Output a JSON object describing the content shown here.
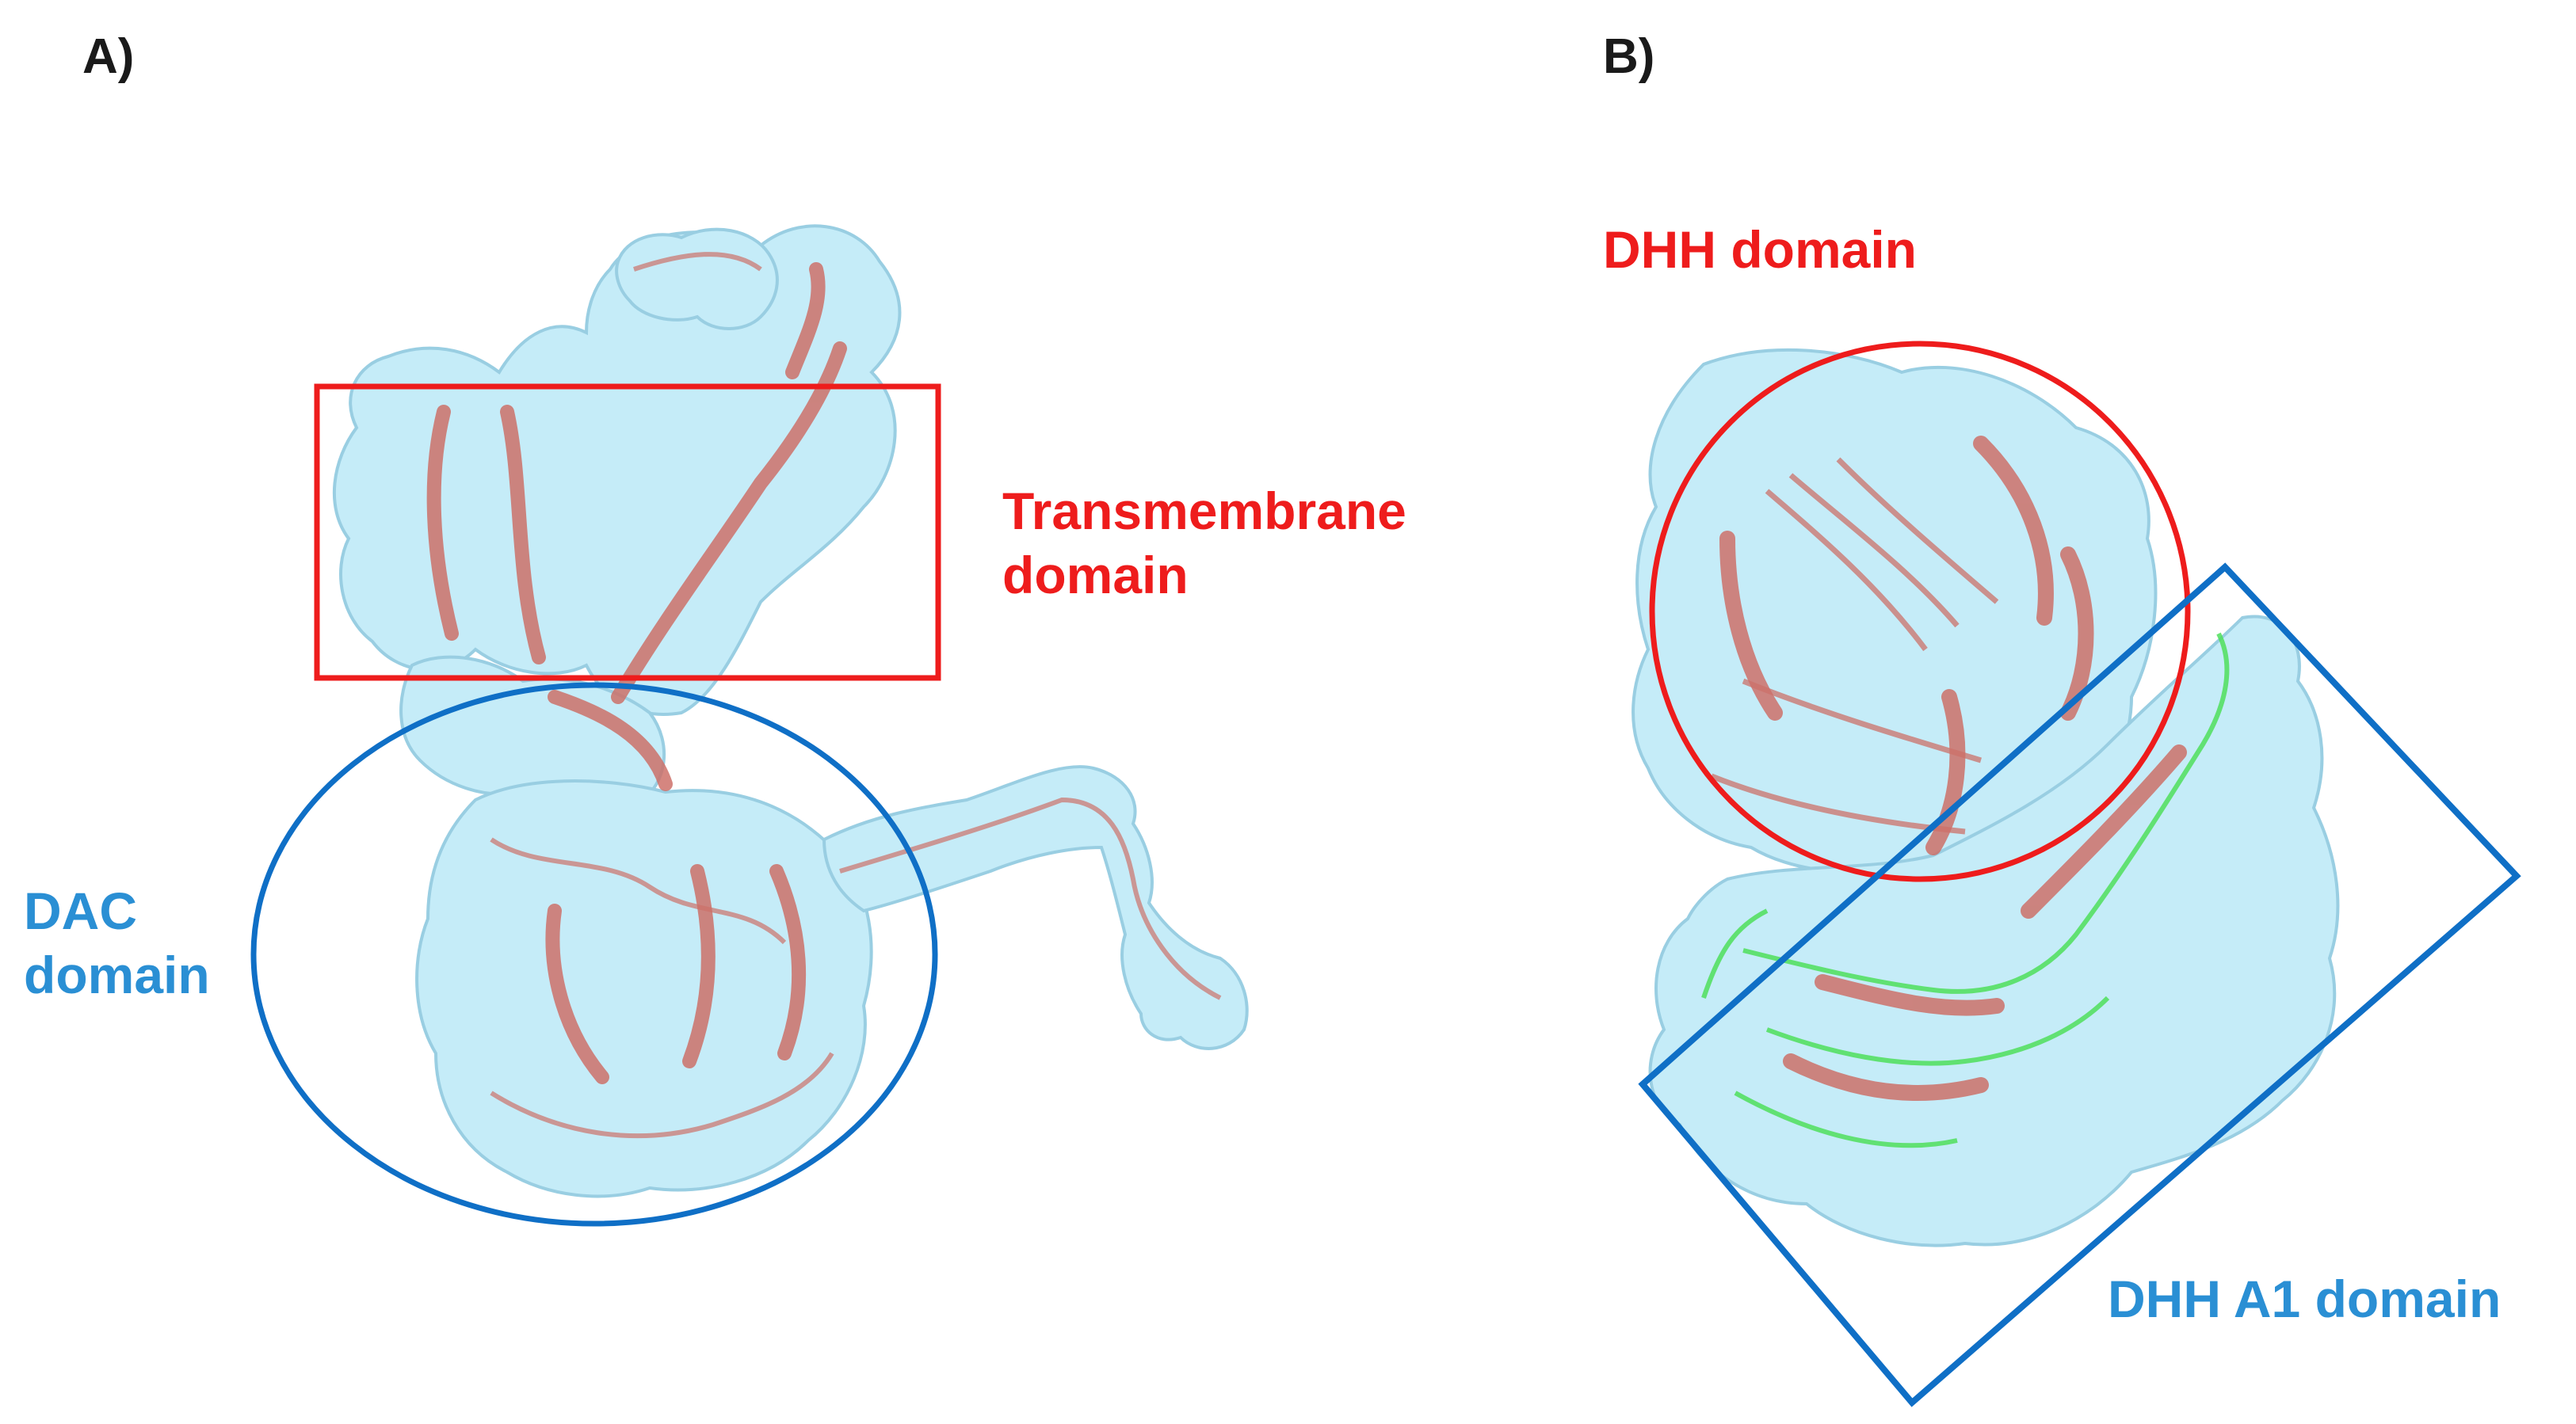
{
  "panels": [
    {
      "label": "A)",
      "annotations": [
        {
          "text_lines": [
            "Transmembrane",
            "domain"
          ],
          "color": "#ee1c1c",
          "shape": "rectangle"
        },
        {
          "text_lines": [
            "DAC",
            "domain"
          ],
          "color": "#2a8fd4",
          "shape": "ellipse"
        }
      ]
    },
    {
      "label": "B)",
      "annotations": [
        {
          "text_lines": [
            "DHH domain"
          ],
          "color": "#ee1c1c",
          "shape": "circle"
        },
        {
          "text_lines": [
            "DHH A1 domain"
          ],
          "color": "#2a8fd4",
          "shape": "rotated-rectangle"
        }
      ]
    }
  ],
  "colors": {
    "surface": "#bfeaf8",
    "surface_outline": "#8fc9df",
    "helix": "#c8625a",
    "helix_highlight": "#3cdc4a",
    "red_annotation": "#ee1c1c",
    "blue_annotation": "#0f6fc6"
  }
}
